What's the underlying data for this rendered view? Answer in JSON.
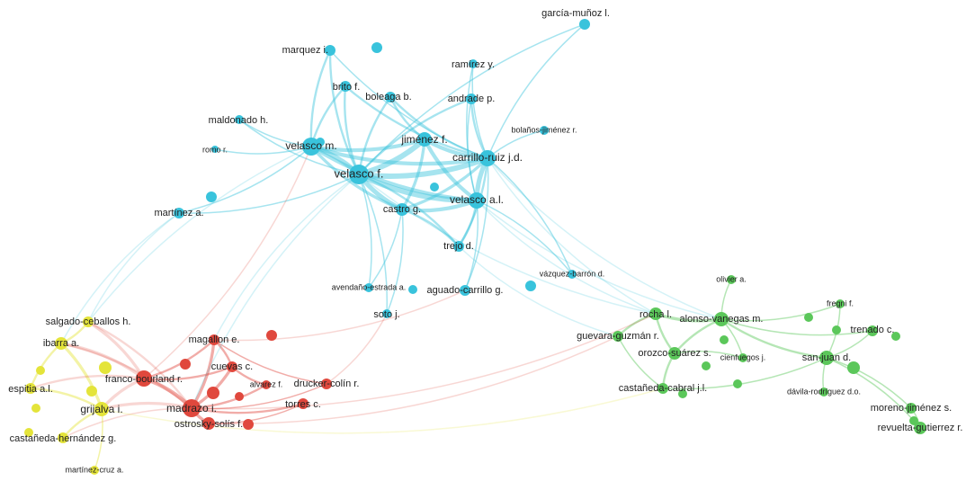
{
  "colors": {
    "cyan": "#39c3dc",
    "green": "#5bc75a",
    "red": "#e0483d",
    "yellow": "#e4e43a",
    "text": "#222222"
  },
  "nodes": [
    {
      "id": "garcia-munoz",
      "label": "garcía-muñoz l.",
      "cluster": "cyan"
    },
    {
      "id": "marquez",
      "label": "marquez i.",
      "cluster": "cyan"
    },
    {
      "id": "ramirez",
      "label": "ramírez y.",
      "cluster": "cyan"
    },
    {
      "id": "brito",
      "label": "brito f.",
      "cluster": "cyan"
    },
    {
      "id": "boleaga",
      "label": "boleaga b.",
      "cluster": "cyan"
    },
    {
      "id": "andrade",
      "label": "andrade p.",
      "cluster": "cyan"
    },
    {
      "id": "maldonado",
      "label": "maldonado h.",
      "cluster": "cyan"
    },
    {
      "id": "bolanos",
      "label": "bolaños-jiménez r.",
      "cluster": "cyan"
    },
    {
      "id": "romo",
      "label": "romo r.",
      "cluster": "cyan"
    },
    {
      "id": "velasco-m",
      "label": "velasco m.",
      "cluster": "cyan"
    },
    {
      "id": "jimenez-f",
      "label": "jiménez f.",
      "cluster": "cyan"
    },
    {
      "id": "carrillo",
      "label": "carrillo-ruiz j.d.",
      "cluster": "cyan"
    },
    {
      "id": "velasco-f",
      "label": "velasco f.",
      "cluster": "cyan"
    },
    {
      "id": "velasco-al",
      "label": "velasco a.l.",
      "cluster": "cyan"
    },
    {
      "id": "castro",
      "label": "castro g.",
      "cluster": "cyan"
    },
    {
      "id": "martinez-a",
      "label": "martínez a.",
      "cluster": "cyan"
    },
    {
      "id": "trejo",
      "label": "trejo d.",
      "cluster": "cyan"
    },
    {
      "id": "vazquez",
      "label": "vázquez-barrón d.",
      "cluster": "cyan"
    },
    {
      "id": "avendano",
      "label": "avendaño-estrada a.",
      "cluster": "cyan"
    },
    {
      "id": "aguado",
      "label": "aguado-carrillo g.",
      "cluster": "cyan"
    },
    {
      "id": "soto",
      "label": "soto j.",
      "cluster": "cyan"
    },
    {
      "id": "olivier",
      "label": "olivier a.",
      "cluster": "green"
    },
    {
      "id": "fregni",
      "label": "fregni f.",
      "cluster": "green"
    },
    {
      "id": "rocha",
      "label": "rocha l.",
      "cluster": "green"
    },
    {
      "id": "alonso",
      "label": "alonso-vanegas m.",
      "cluster": "green"
    },
    {
      "id": "trenado",
      "label": "trenado c.",
      "cluster": "green"
    },
    {
      "id": "guevara",
      "label": "guevara-guzmán r.",
      "cluster": "green"
    },
    {
      "id": "orozco",
      "label": "orozco-suárez s.",
      "cluster": "green"
    },
    {
      "id": "cienfuegos",
      "label": "cienfuegos j.",
      "cluster": "green"
    },
    {
      "id": "san-juan",
      "label": "san-juan d.",
      "cluster": "green"
    },
    {
      "id": "castaneda-cabral",
      "label": "castañeda-cabral j.l.",
      "cluster": "green"
    },
    {
      "id": "davila",
      "label": "dávila-rodríguez d.o.",
      "cluster": "green"
    },
    {
      "id": "moreno",
      "label": "moreno-jiménez s.",
      "cluster": "green"
    },
    {
      "id": "revuelta",
      "label": "revuelta-gutierrez r.",
      "cluster": "green"
    },
    {
      "id": "salgado",
      "label": "salgado-ceballos h.",
      "cluster": "yellow"
    },
    {
      "id": "ibarra",
      "label": "ibarra a.",
      "cluster": "yellow"
    },
    {
      "id": "espitia",
      "label": "espitia a.l.",
      "cluster": "yellow"
    },
    {
      "id": "grijalva",
      "label": "grijalva i.",
      "cluster": "yellow"
    },
    {
      "id": "castaneda-hernandez",
      "label": "castañeda-hernández g.",
      "cluster": "yellow"
    },
    {
      "id": "martinez-cruz",
      "label": "martínez-cruz a.",
      "cluster": "yellow"
    },
    {
      "id": "magallon",
      "label": "magallon e.",
      "cluster": "red"
    },
    {
      "id": "cuevas",
      "label": "cuevas c.",
      "cluster": "red"
    },
    {
      "id": "franco",
      "label": "franco-bourland r.",
      "cluster": "red"
    },
    {
      "id": "alvarez",
      "label": "alvarez f.",
      "cluster": "red"
    },
    {
      "id": "drucker",
      "label": "drucker-colín r.",
      "cluster": "red"
    },
    {
      "id": "madrazo",
      "label": "madrazo i.",
      "cluster": "red"
    },
    {
      "id": "torres",
      "label": "torres c.",
      "cluster": "red"
    },
    {
      "id": "ostrosky",
      "label": "ostrosky-solís f.",
      "cluster": "red"
    }
  ]
}
